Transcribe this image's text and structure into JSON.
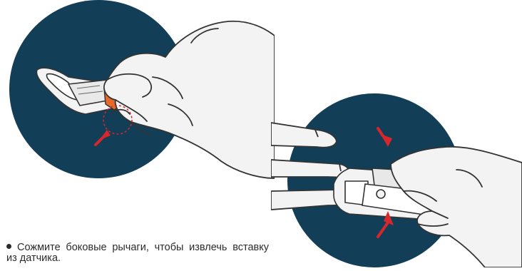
{
  "colors": {
    "circle": "#123f57",
    "skin": "#f3f3f3",
    "outline": "#333333",
    "accent": "#e46a2a",
    "arrow": "#d9262c"
  },
  "illustrations": {
    "left": {
      "icon": "hand-squeezing-sensor-levers-illustration"
    },
    "right": {
      "icon": "hands-removing-insert-illustration"
    }
  },
  "instruction": {
    "text": "Сожмите боковые рычаги, чтобы извлечь вставку из датчика."
  }
}
